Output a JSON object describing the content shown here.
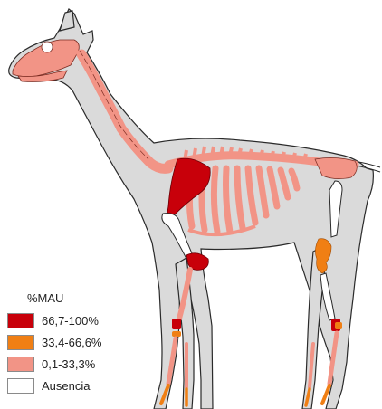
{
  "legend": {
    "title": "%MAU",
    "items": [
      {
        "label": "66,7-100%",
        "color": "#c8000a"
      },
      {
        "label": "33,4-66,6%",
        "color": "#f07f14"
      },
      {
        "label": "0,1-33,3%",
        "color": "#f29486"
      },
      {
        "label": "Ausencia",
        "color": "#ffffff"
      }
    ]
  },
  "colors": {
    "body_fill": "#dadada",
    "body_stroke": "#2a2a2a",
    "high": "#c8000a",
    "mid": "#f07f14",
    "low": "#f29486",
    "absent": "#ffffff"
  }
}
